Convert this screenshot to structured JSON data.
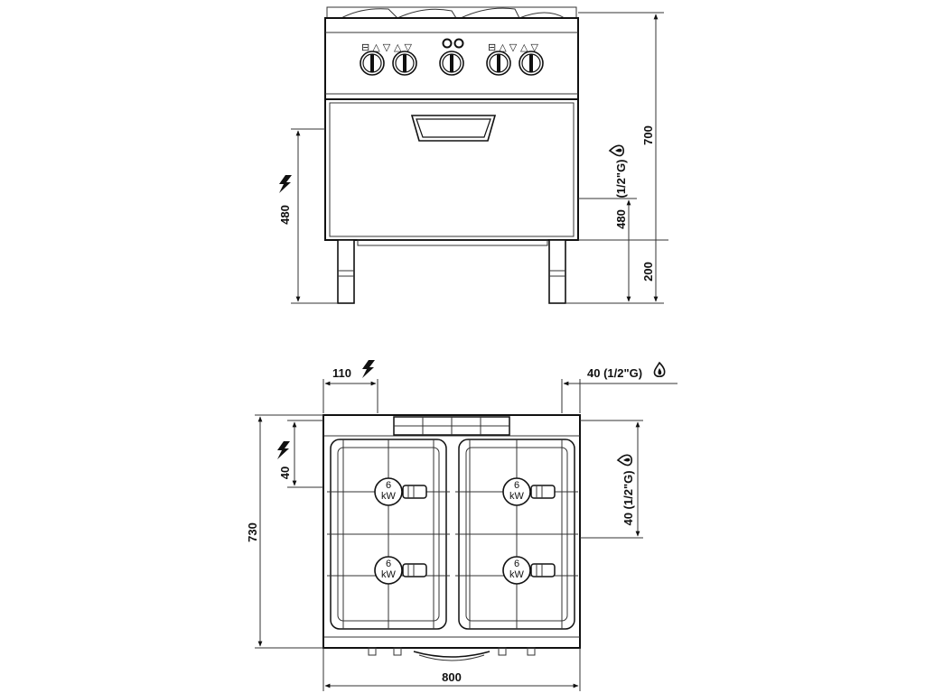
{
  "front_view": {
    "dim_height_total": "700",
    "dim_gas_height": "480",
    "dim_gas_size": "(1/2\"G)",
    "dim_leg_height": "200",
    "dim_electric_height": "480"
  },
  "top_view": {
    "dim_electric_offset": "110",
    "dim_gas_offset": "40 (1/2\"G)",
    "dim_electric_side": "40",
    "dim_gas_side": "40 (1/2\"G)",
    "dim_depth": "730",
    "dim_width": "800",
    "burners": [
      {
        "power": "6",
        "unit": "kW"
      },
      {
        "power": "6",
        "unit": "kW"
      },
      {
        "power": "6",
        "unit": "kW"
      },
      {
        "power": "6",
        "unit": "kW"
      }
    ]
  },
  "icons": {
    "electric": "lightning-icon",
    "gas": "flame-icon"
  }
}
